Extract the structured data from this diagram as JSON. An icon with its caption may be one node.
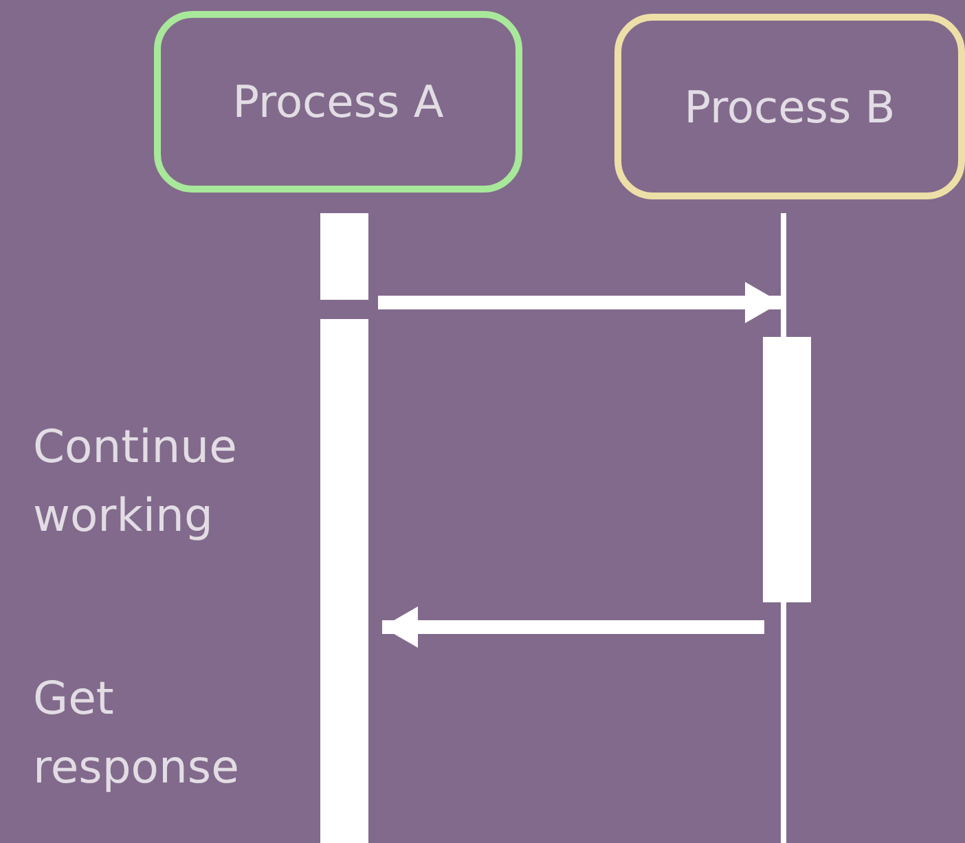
{
  "diagram": {
    "nodes": [
      {
        "text": [
          "Process A"
        ]
      },
      {
        "text": [
          "Process B"
        ]
      },
      {
        "text": [],
        "shape": "bar"
      },
      {
        "text": [],
        "shape": "bar"
      },
      {
        "text": [],
        "shape": "bar"
      },
      {
        "text": [],
        "shape": "bar"
      }
    ],
    "edges": [
      {
        "from": 2,
        "to": 4,
        "arrow": "to"
      },
      {
        "from": 5,
        "to": 3,
        "arrow": "to"
      }
    ],
    "labels": [
      "Continue working",
      "Get response"
    ]
  }
}
